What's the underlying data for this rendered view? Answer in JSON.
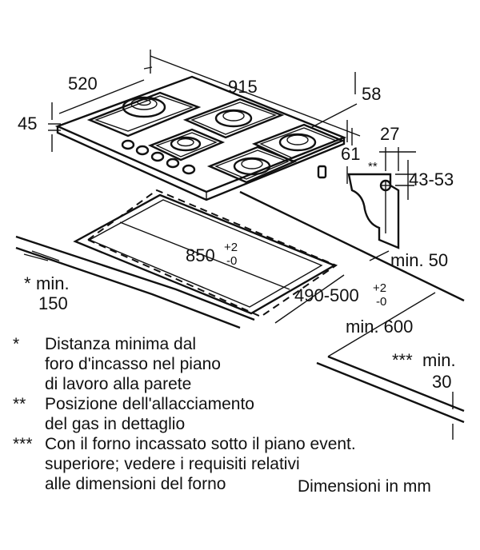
{
  "dimensions": {
    "depth_hob": "520",
    "width_hob": "915",
    "height_hob": "45",
    "height_top": "58",
    "edge_offset": "61",
    "gas_offset": "27",
    "gas_marker": "**",
    "gas_height": "43-53",
    "wall_gap": "min. 50",
    "cutout_width": "850",
    "cutout_width_tol_plus": "+2",
    "cutout_width_tol_minus": "-0",
    "cutout_depth": "490-500",
    "cutout_depth_tol_plus": "+2",
    "cutout_depth_tol_minus": "-0",
    "worktop_depth": "min. 600",
    "wall_distance_star": "*",
    "wall_distance_min": "min.",
    "wall_distance_value": "150",
    "oven_distance_stars": "***",
    "oven_distance_min": "min.",
    "oven_distance_value": "30"
  },
  "notes": [
    {
      "mark": "*",
      "text": "Distanza minima dal\nforo d'incasso nel piano\ndi lavoro alla parete"
    },
    {
      "mark": "**",
      "text": "Posizione dell'allacciamento\ndel gas in dettaglio"
    },
    {
      "mark": "***",
      "text": "Con il forno incassato sotto il piano event.\nsuperiore; vedere i requisiti relativi\nalle dimensioni del forno"
    }
  ],
  "units_label": "Dimensioni in mm"
}
